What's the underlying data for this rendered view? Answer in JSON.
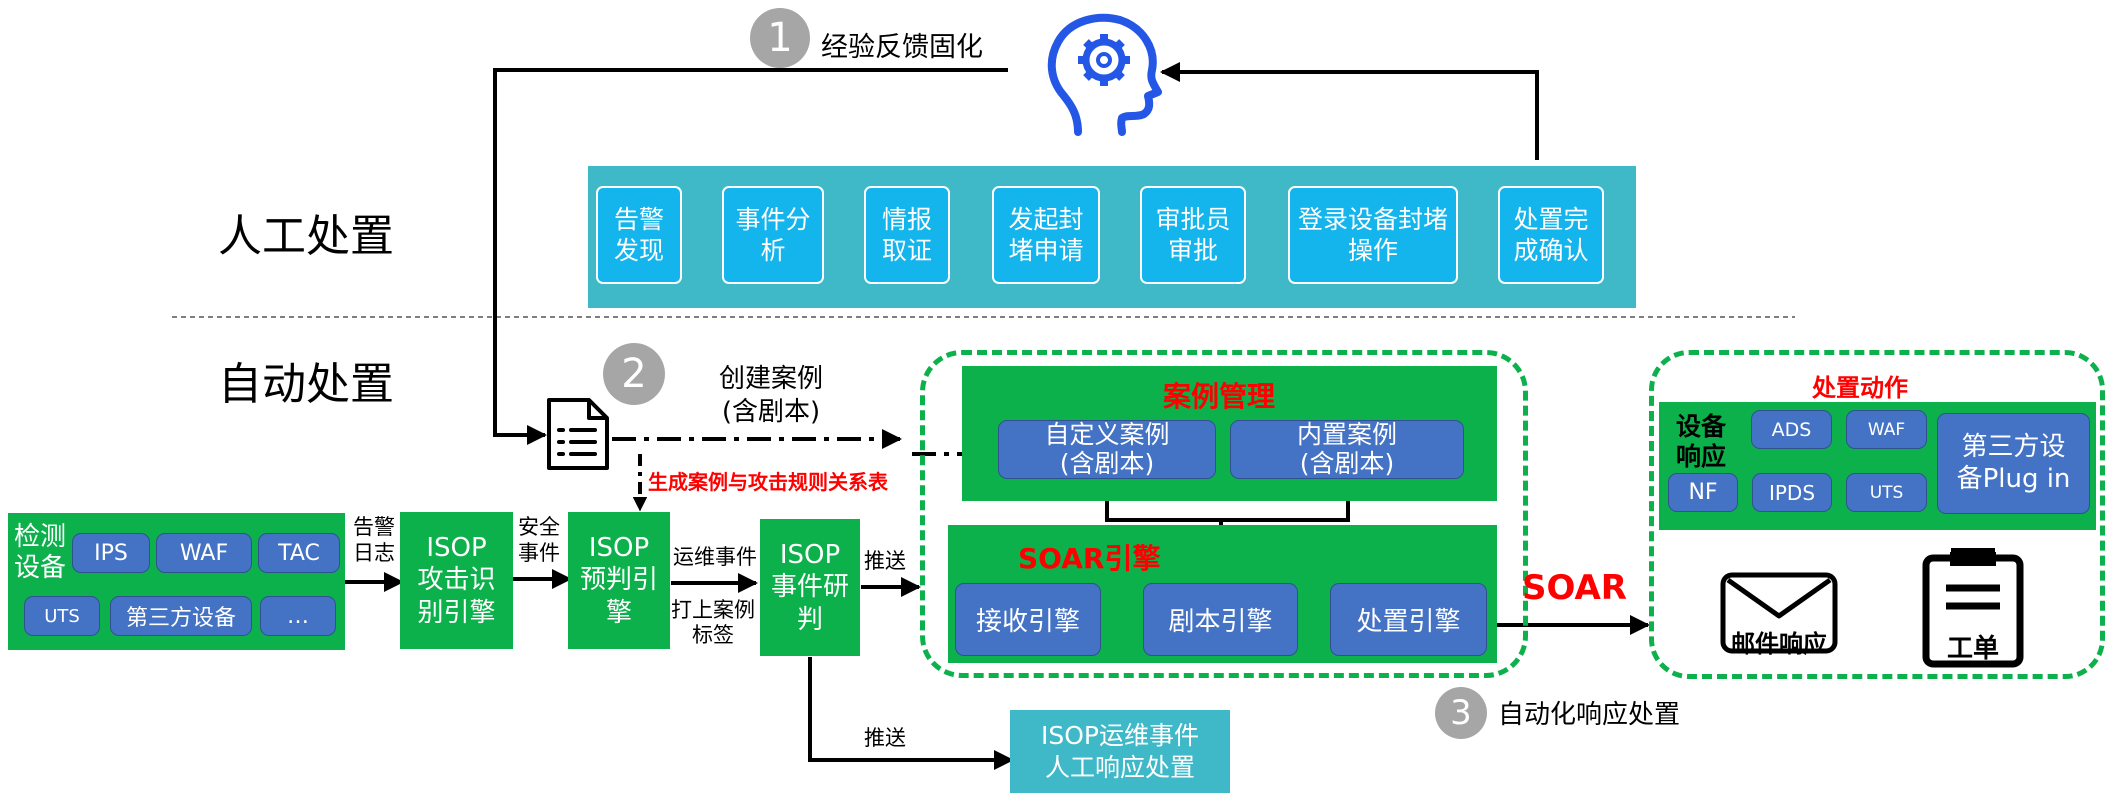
{
  "sections": {
    "manual": "人工处置",
    "auto": "自动处置"
  },
  "steps": {
    "s1": {
      "num": "1",
      "label": "经验反馈固化"
    },
    "s2": {
      "num": "2",
      "label_line1": "创建案例",
      "label_line2": "(含剧本)"
    },
    "s3": {
      "num": "3",
      "label": "自动化响应处置"
    }
  },
  "manual_flow": [
    {
      "l1": "告警",
      "l2": "发现"
    },
    {
      "l1": "事件分",
      "l2": "析"
    },
    {
      "l1": "情报",
      "l2": "取证"
    },
    {
      "l1": "发起封",
      "l2": "堵申请"
    },
    {
      "l1": "审批员",
      "l2": "审批"
    },
    {
      "l1": "登录设备封堵",
      "l2": "操作"
    },
    {
      "l1": "处置完",
      "l2": "成确认"
    }
  ],
  "detect": {
    "title_l1": "检测",
    "title_l2": "设备",
    "items": [
      "IPS",
      "WAF",
      "TAC",
      "UTS",
      "第三方设备",
      "…"
    ]
  },
  "edge_labels": {
    "alarm_l1": "告警",
    "alarm_l2": "日志",
    "security_l1": "安全",
    "security_l2": "事件",
    "ops_event": "运维事件",
    "tag_l1": "打上案例",
    "tag_l2": "标签",
    "push1": "推送",
    "push2": "推送",
    "relation": "生成案例与攻击规则关系表",
    "soar": "SOAR"
  },
  "engines": {
    "attack_l1": "ISOP",
    "attack_l2": "攻击识",
    "attack_l3": "别引擎",
    "prejudge_l1": "ISOP",
    "prejudge_l2": "预判引",
    "prejudge_l3": "擎",
    "research_l1": "ISOP",
    "research_l2": "事件研",
    "research_l3": "判",
    "manual_resp_l1": "ISOP运维事件",
    "manual_resp_l2": "人工响应处置"
  },
  "case_mgmt": {
    "title": "案例管理",
    "custom_l1": "自定义案例",
    "custom_l2": "(含剧本)",
    "builtin_l1": "内置案例",
    "builtin_l2": "(含剧本)"
  },
  "soar_engine": {
    "title": "SOAR引擎",
    "receive": "接收引擎",
    "playbook": "剧本引擎",
    "dispose": "处置引擎"
  },
  "actions": {
    "title": "处置动作",
    "device_l1": "设备",
    "device_l2": "响应",
    "items": [
      "ADS",
      "WAF",
      "NF",
      "IPDS",
      "UTS"
    ],
    "thirdparty_l1": "第三方设",
    "thirdparty_l2": "备Plug in",
    "mail": "邮件响应",
    "ticket": "工单"
  },
  "colors": {
    "green": "#0db14b",
    "cyan_panel": "#3fb8c8",
    "cyan_step": "#14b4ec",
    "blue_pill": "#4472c4",
    "icon_blue": "#2457e5",
    "red": "#ff0000"
  }
}
